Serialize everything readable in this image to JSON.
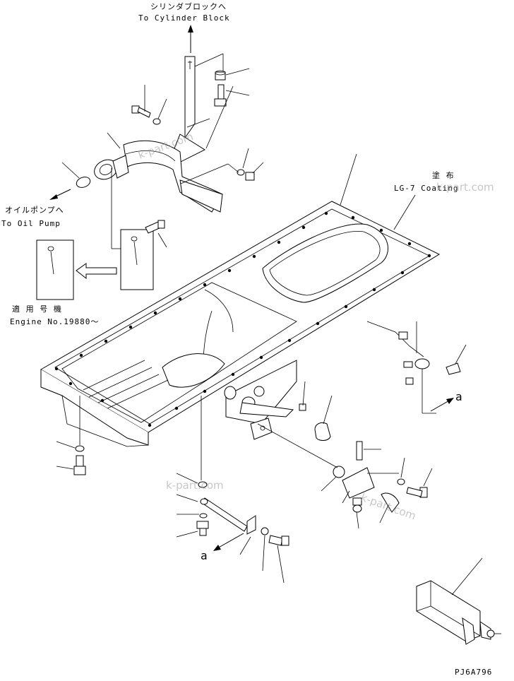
{
  "labels": {
    "cyl_jp": "シリンダブロックへ",
    "cyl_en": "To Cylinder Block",
    "pump_jp": "オイルポンプへ",
    "pump_en": "To Oil Pump",
    "coating_jp": "塗 布",
    "coating_en": "LG-7 Coating",
    "serial_jp": "適 用 号 機",
    "serial_en": "Engine No.19880～",
    "view_a1": "a",
    "view_a2": "a",
    "drawing_no": "PJ6A796"
  },
  "watermark": {
    "text1": "k-part.com",
    "text2": "k-part.com",
    "text3": "k-part.com",
    "text4": "k-part.com"
  }
}
